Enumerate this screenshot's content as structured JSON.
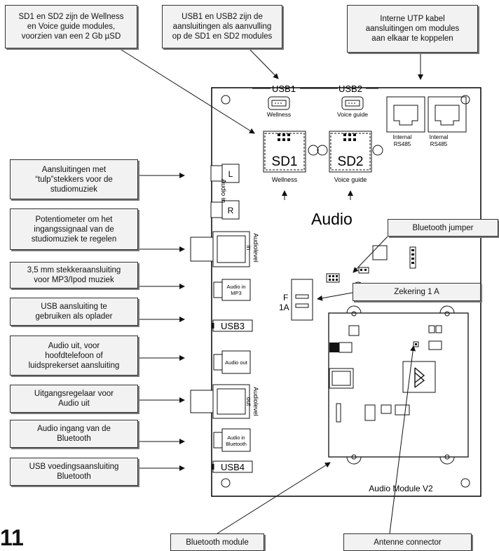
{
  "callouts": {
    "sd_modules": "SD1 en SD2 zijn de Wellness\nen Voice guide modules,\nvoorzien van een 2 Gb µSD",
    "usb_modules": "USB1 en USB2 zijn de\naansluitingen als aanvulling\nop de SD1 en SD2 modules",
    "utp": "Interne UTP kabel\naansluitingen om modules\naan elkaar te koppelen",
    "tulp": "Aansluitingen met\n“tulp”stekkers voor de\nstudiomuziek",
    "potentiometer": "Potentiometer om het\ningangssignaal van de\nstudiomuziek te regelen",
    "mp3": "3,5 mm stekkeraansluiting\nvoor MP3/Ipod muziek",
    "usb_charger": "USB aansluiting te\ngebruiken als oplader",
    "audio_out": "Audio uit, voor\nhoofdtelefoon of\nluidsprekerset aansluiting",
    "output_regulator": "Uitgangsregelaar voor\nAudio uit",
    "bt_input": "Audio ingang van de\nBluetooth",
    "usb_power_bt": "USB voedingsaansluiting\nBluetooth",
    "bt_jumper": "Bluetooth jumper",
    "fuse": "Zekering 1 A",
    "bt_module": "Bluetooth module",
    "antenna": "Antenne connector"
  },
  "board": {
    "usb1": "USB1",
    "usb2": "USB2",
    "wellness": "Wellness",
    "voice_guide": "Voice guide",
    "sd1": "SD1",
    "sd2": "SD2",
    "sd1_label": "Wellness",
    "sd2_label": "Voice guide",
    "internal1": "Internal",
    "rs485_1": "RS485",
    "internal2": "Internal",
    "rs485_2": "RS485",
    "rca_l": "L",
    "rca_r": "R",
    "audio_in": "Audio in",
    "audio_title": "Audio",
    "audiolevel_in": "Audiolevel\nin",
    "audio_in_mp3": "Audio in\nMP3",
    "fuse_f": "F",
    "fuse_1a": "1A",
    "usb3": "USB3",
    "audio_out": "Audio out",
    "audiolevel_out": "Audiolevel\nout",
    "audio_in_bt": "Audio in\nBluetooth",
    "usb4": "USB4",
    "module_name": "Audio Module V2"
  },
  "page_number": "11"
}
